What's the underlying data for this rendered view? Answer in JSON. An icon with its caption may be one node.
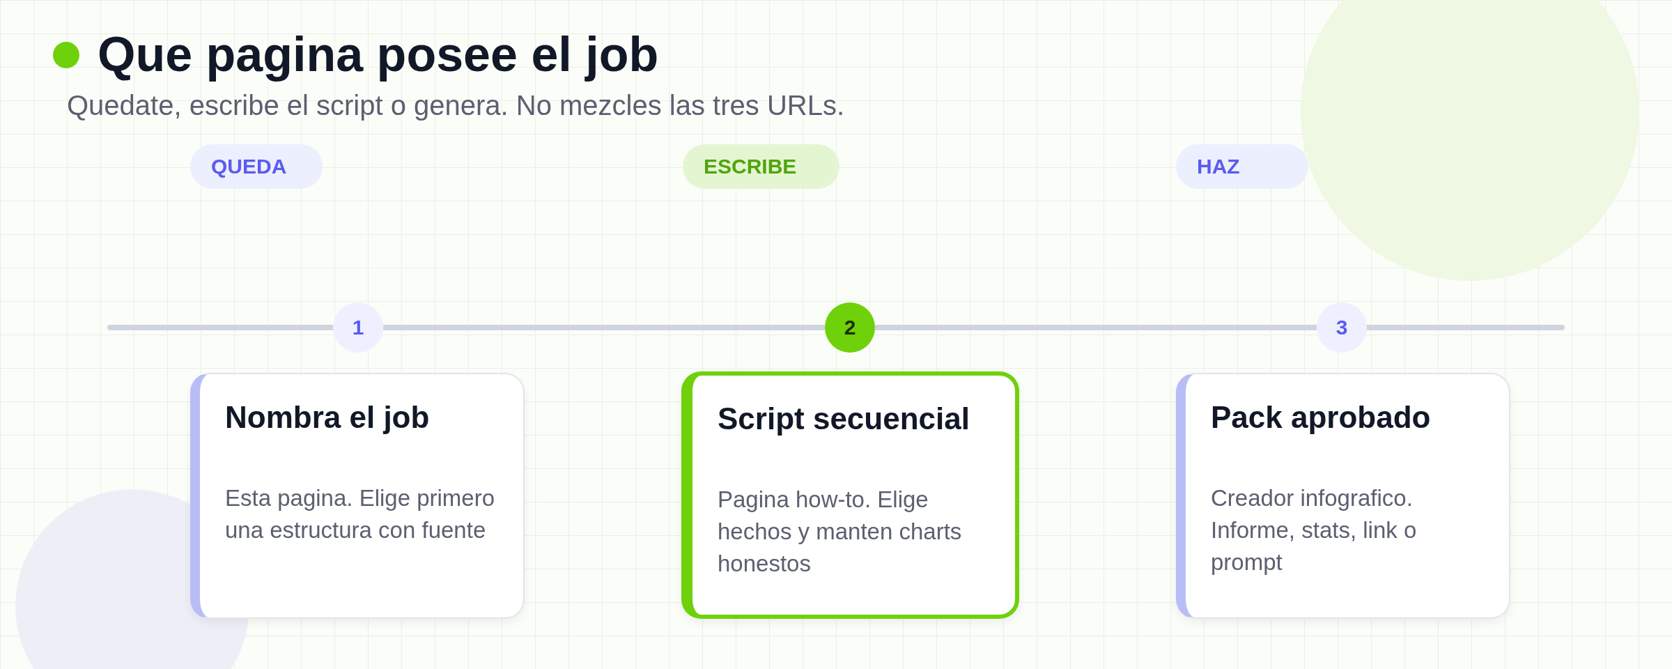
{
  "diagram": {
    "title": "Que pagina posee el job",
    "nodes": [
      {
        "text": [
          "QUEDA"
        ]
      },
      {
        "text": [
          "ESCRIBE"
        ]
      },
      {
        "text": [
          "HAZ"
        ]
      },
      {
        "text": [
          "1"
        ]
      },
      {
        "text": [
          "2"
        ]
      },
      {
        "text": [
          "3"
        ]
      },
      {
        "text": [
          "Nombra el job",
          "Esta pagina. Elige primero una estructura con fuente"
        ]
      },
      {
        "text": [
          "Script secuencial",
          "Pagina how-to. Elige hechos y manten charts honestos"
        ]
      },
      {
        "text": [
          "Pack aprobado",
          "Creador infografico. Informe, stats, link o prompt"
        ]
      }
    ],
    "edges": [
      {
        "from": 3,
        "to": 4,
        "arrow": "none"
      },
      {
        "from": 4,
        "to": 5,
        "arrow": "none"
      }
    ],
    "labels": [
      "Quedate, escribe el script o genera. No mezcles las tres URLs."
    ]
  }
}
